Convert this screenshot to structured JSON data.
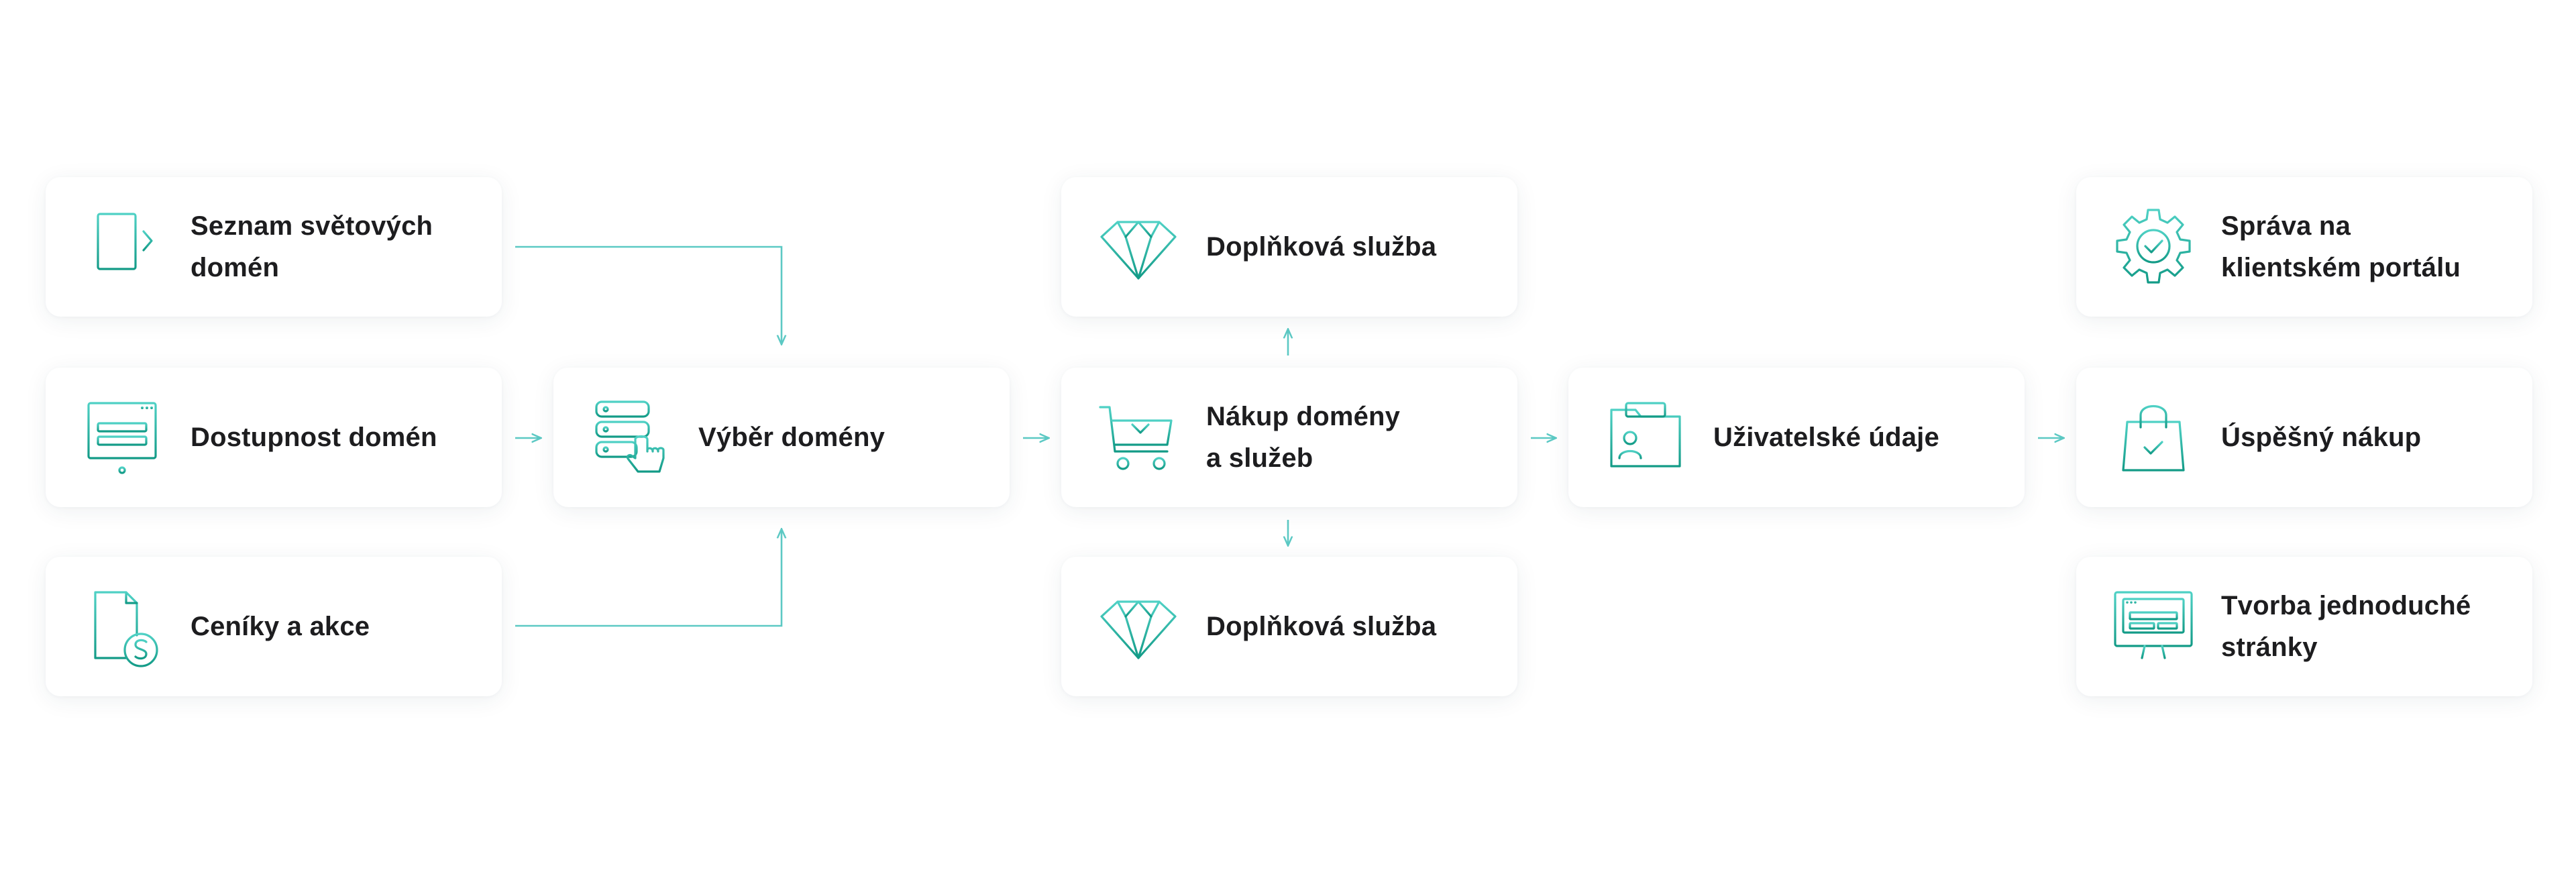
{
  "colors": {
    "accent": "#1fae9a",
    "accent_light": "#4fd1c5",
    "connector": "#5cc9c4",
    "text": "#1d1d1f",
    "card_bg": "#ffffff"
  },
  "nodes": {
    "seznam": {
      "lines": [
        "Seznam světových",
        "domén"
      ],
      "icon": "document-list-icon"
    },
    "dostupnost": {
      "lines": [
        "Dostupnost domén"
      ],
      "icon": "browser-network-icon"
    },
    "ceniky": {
      "lines": [
        "Ceníky a akce"
      ],
      "icon": "price-document-icon"
    },
    "vyber": {
      "lines": [
        "Výběr domény"
      ],
      "icon": "server-select-icon"
    },
    "doplnkova_top": {
      "lines": [
        "Doplňková služba"
      ],
      "icon": "diamond-icon"
    },
    "nakup": {
      "lines": [
        "Nákup domény",
        "a služeb"
      ],
      "icon": "shopping-cart-icon"
    },
    "doplnkova_bottom": {
      "lines": [
        "Doplňková služba"
      ],
      "icon": "diamond-icon"
    },
    "uzivatelske": {
      "lines": [
        "Uživatelské údaje"
      ],
      "icon": "id-folder-icon"
    },
    "sprava": {
      "lines": [
        "Správa na",
        "klientském portálu"
      ],
      "icon": "gear-check-icon"
    },
    "uspesny": {
      "lines": [
        "Úspěšný nákup"
      ],
      "icon": "shopping-bag-icon"
    },
    "tvorba": {
      "lines": [
        "Tvorba jednoduché",
        "stránky"
      ],
      "icon": "monitor-website-icon"
    }
  }
}
